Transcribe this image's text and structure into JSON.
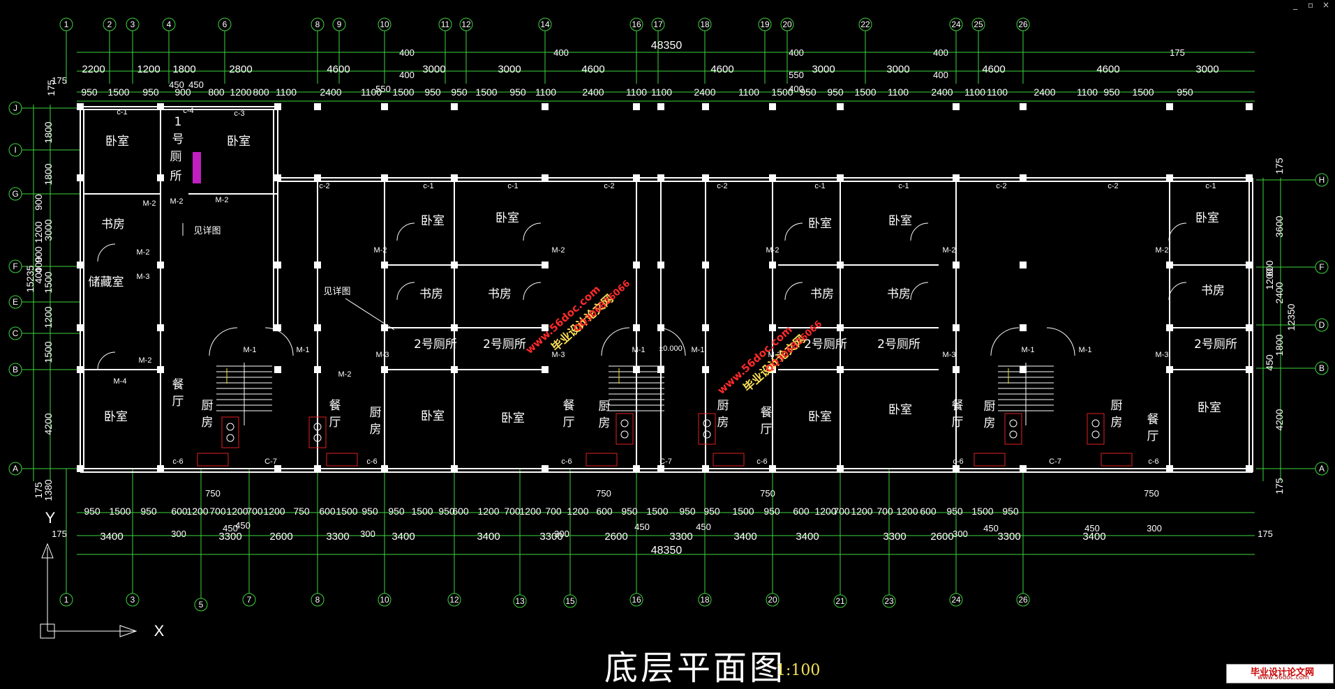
{
  "window_controls": {
    "minimize": "_",
    "restore": "▫",
    "close": "×"
  },
  "drawing": {
    "title": "底层平面图",
    "scale": "1:100",
    "overall_length": "48350",
    "rooms": {
      "bedroom": "卧室",
      "study": "书房",
      "storage": "储藏室",
      "toilet": "2号厕所",
      "toilet1": "1号厕所",
      "kitchen": "厨房",
      "dining": "餐厅"
    },
    "notes": {
      "see_detail": "见详图",
      "elevation": "±0.000"
    },
    "axis_top": [
      "1",
      "2",
      "3",
      "4",
      "6",
      "8",
      "9",
      "10",
      "11",
      "12",
      "14",
      "16",
      "17",
      "18",
      "19",
      "20",
      "22",
      "24",
      "25",
      "26"
    ],
    "axis_bottom": [
      "1",
      "3",
      "5",
      "7",
      "8",
      "10",
      "12",
      "13",
      "15",
      "16",
      "18",
      "20",
      "21",
      "23",
      "24",
      "26"
    ],
    "axis_left": [
      "J",
      "I",
      "G",
      "F",
      "E",
      "C",
      "B",
      "A"
    ],
    "axis_right": [
      "H",
      "F",
      "D",
      "B",
      "A"
    ],
    "dims_top_row1": [
      "2200",
      "1200",
      "1800",
      "2800",
      "4600",
      "3000",
      "3000",
      "4600",
      "4600",
      "3000",
      "3000",
      "4600",
      "4600",
      "3000"
    ],
    "dims_top_row2": [
      "950",
      "1500",
      "950",
      "900",
      "800",
      "1200",
      "800",
      "1100",
      "2400",
      "1100",
      "1500",
      "950",
      "950",
      "1500",
      "950",
      "1100",
      "2400",
      "1100",
      "1100",
      "2400",
      "1100",
      "1500",
      "950",
      "950",
      "1500",
      "1100",
      "2400",
      "1100",
      "1100",
      "2400",
      "1100",
      "950",
      "1500",
      "950"
    ],
    "dims_top_small": [
      "175",
      "450",
      "450",
      "400",
      "400",
      "550",
      "400",
      "400",
      "550",
      "400",
      "400",
      "400",
      "175"
    ],
    "dims_bottom_row1": [
      "950",
      "1500",
      "950",
      "600",
      "1200",
      "700",
      "1200",
      "700",
      "1200",
      "750",
      "600",
      "1500",
      "950",
      "950",
      "1500",
      "950",
      "600",
      "1200",
      "700",
      "1200",
      "700",
      "1200",
      "600",
      "950",
      "1500",
      "950",
      "950",
      "1500",
      "950",
      "600",
      "1200",
      "700",
      "1200",
      "700",
      "1200",
      "600",
      "950",
      "1500",
      "950"
    ],
    "dims_bottom_row2": [
      "3400",
      "3300",
      "2600",
      "3300",
      "3400",
      "3400",
      "3300",
      "2600",
      "3300",
      "3400",
      "3400",
      "3300",
      "2600",
      "3300",
      "3400"
    ],
    "dims_bottom_small": [
      "175",
      "750",
      "450",
      "300",
      "450",
      "300",
      "750",
      "450",
      "300",
      "450",
      "750",
      "450",
      "300",
      "450",
      "750",
      "300",
      "175"
    ],
    "dims_left": [
      "1800",
      "1800",
      "3000",
      "1500",
      "1200",
      "1500",
      "4200",
      "1380",
      "175",
      "15235",
      "900",
      "1200",
      "900",
      "400",
      "400",
      "175"
    ],
    "dims_right": [
      "175",
      "3600",
      "2400",
      "1800",
      "4200",
      "12350",
      "600",
      "1200",
      "450",
      "175"
    ],
    "window_tags": [
      "c-1",
      "c-2",
      "c-3",
      "c-4",
      "c-6",
      "C-7"
    ],
    "door_tags": [
      "M-2",
      "M-3",
      "M-4",
      "M-1"
    ],
    "watermark": {
      "site_cn": "毕业设计论文网",
      "site_url": "www.56doc.com",
      "qq": "QQ306826066"
    }
  }
}
